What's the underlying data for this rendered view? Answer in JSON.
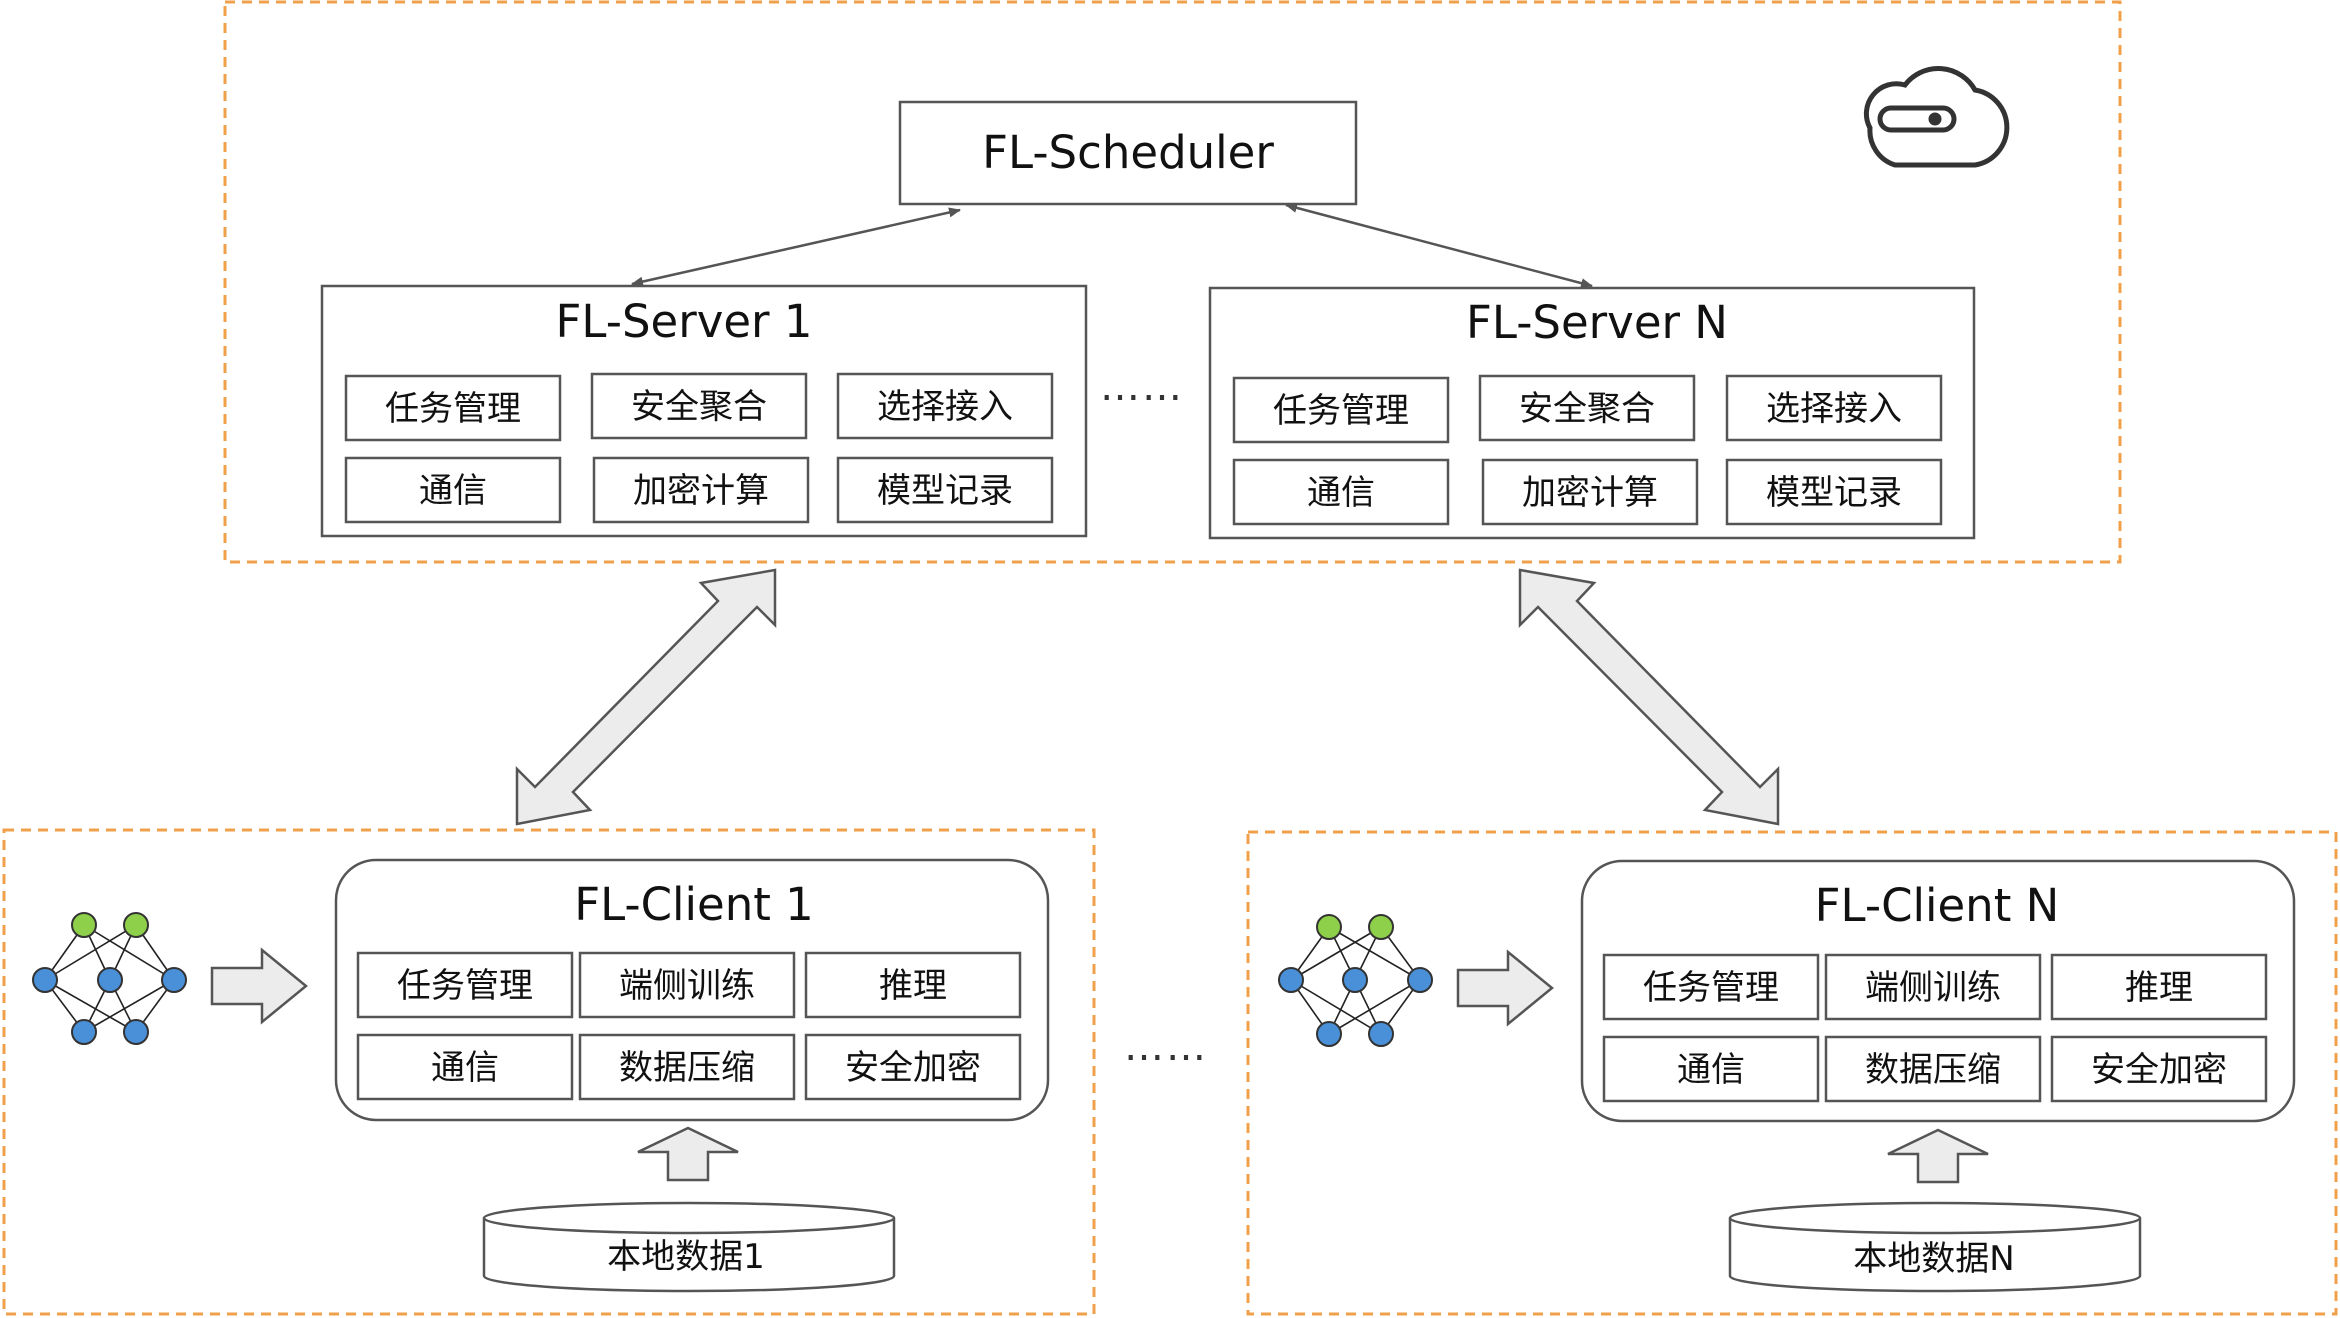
{
  "scheduler": {
    "title": "FL-Scheduler"
  },
  "servers": [
    {
      "title": "FL-Server 1",
      "modules": [
        "任务管理",
        "安全聚合",
        "选择接入",
        "通信",
        "加密计算",
        "模型记录"
      ]
    },
    {
      "title": "FL-Server N",
      "modules": [
        "任务管理",
        "安全聚合",
        "选择接入",
        "通信",
        "加密计算",
        "模型记录"
      ]
    }
  ],
  "clients": [
    {
      "title": "FL-Client 1",
      "modules": [
        "任务管理",
        "端侧训练",
        "推理",
        "通信",
        "数据压缩",
        "安全加密"
      ],
      "local_data": "本地数据1"
    },
    {
      "title": "FL-Client N",
      "modules": [
        "任务管理",
        "端侧训练",
        "推理",
        "通信",
        "数据压缩",
        "安全加密"
      ],
      "local_data": "本地数据N"
    }
  ],
  "ellipsis": "……",
  "icons": {
    "cloud": "cloud-icon",
    "network": "neural-network-icon"
  },
  "colors": {
    "region_border": "#f0a04b",
    "box_border": "#555555",
    "arrow_fill": "#ececec",
    "node_green": "#8ed04a",
    "node_blue": "#4a90d9"
  }
}
